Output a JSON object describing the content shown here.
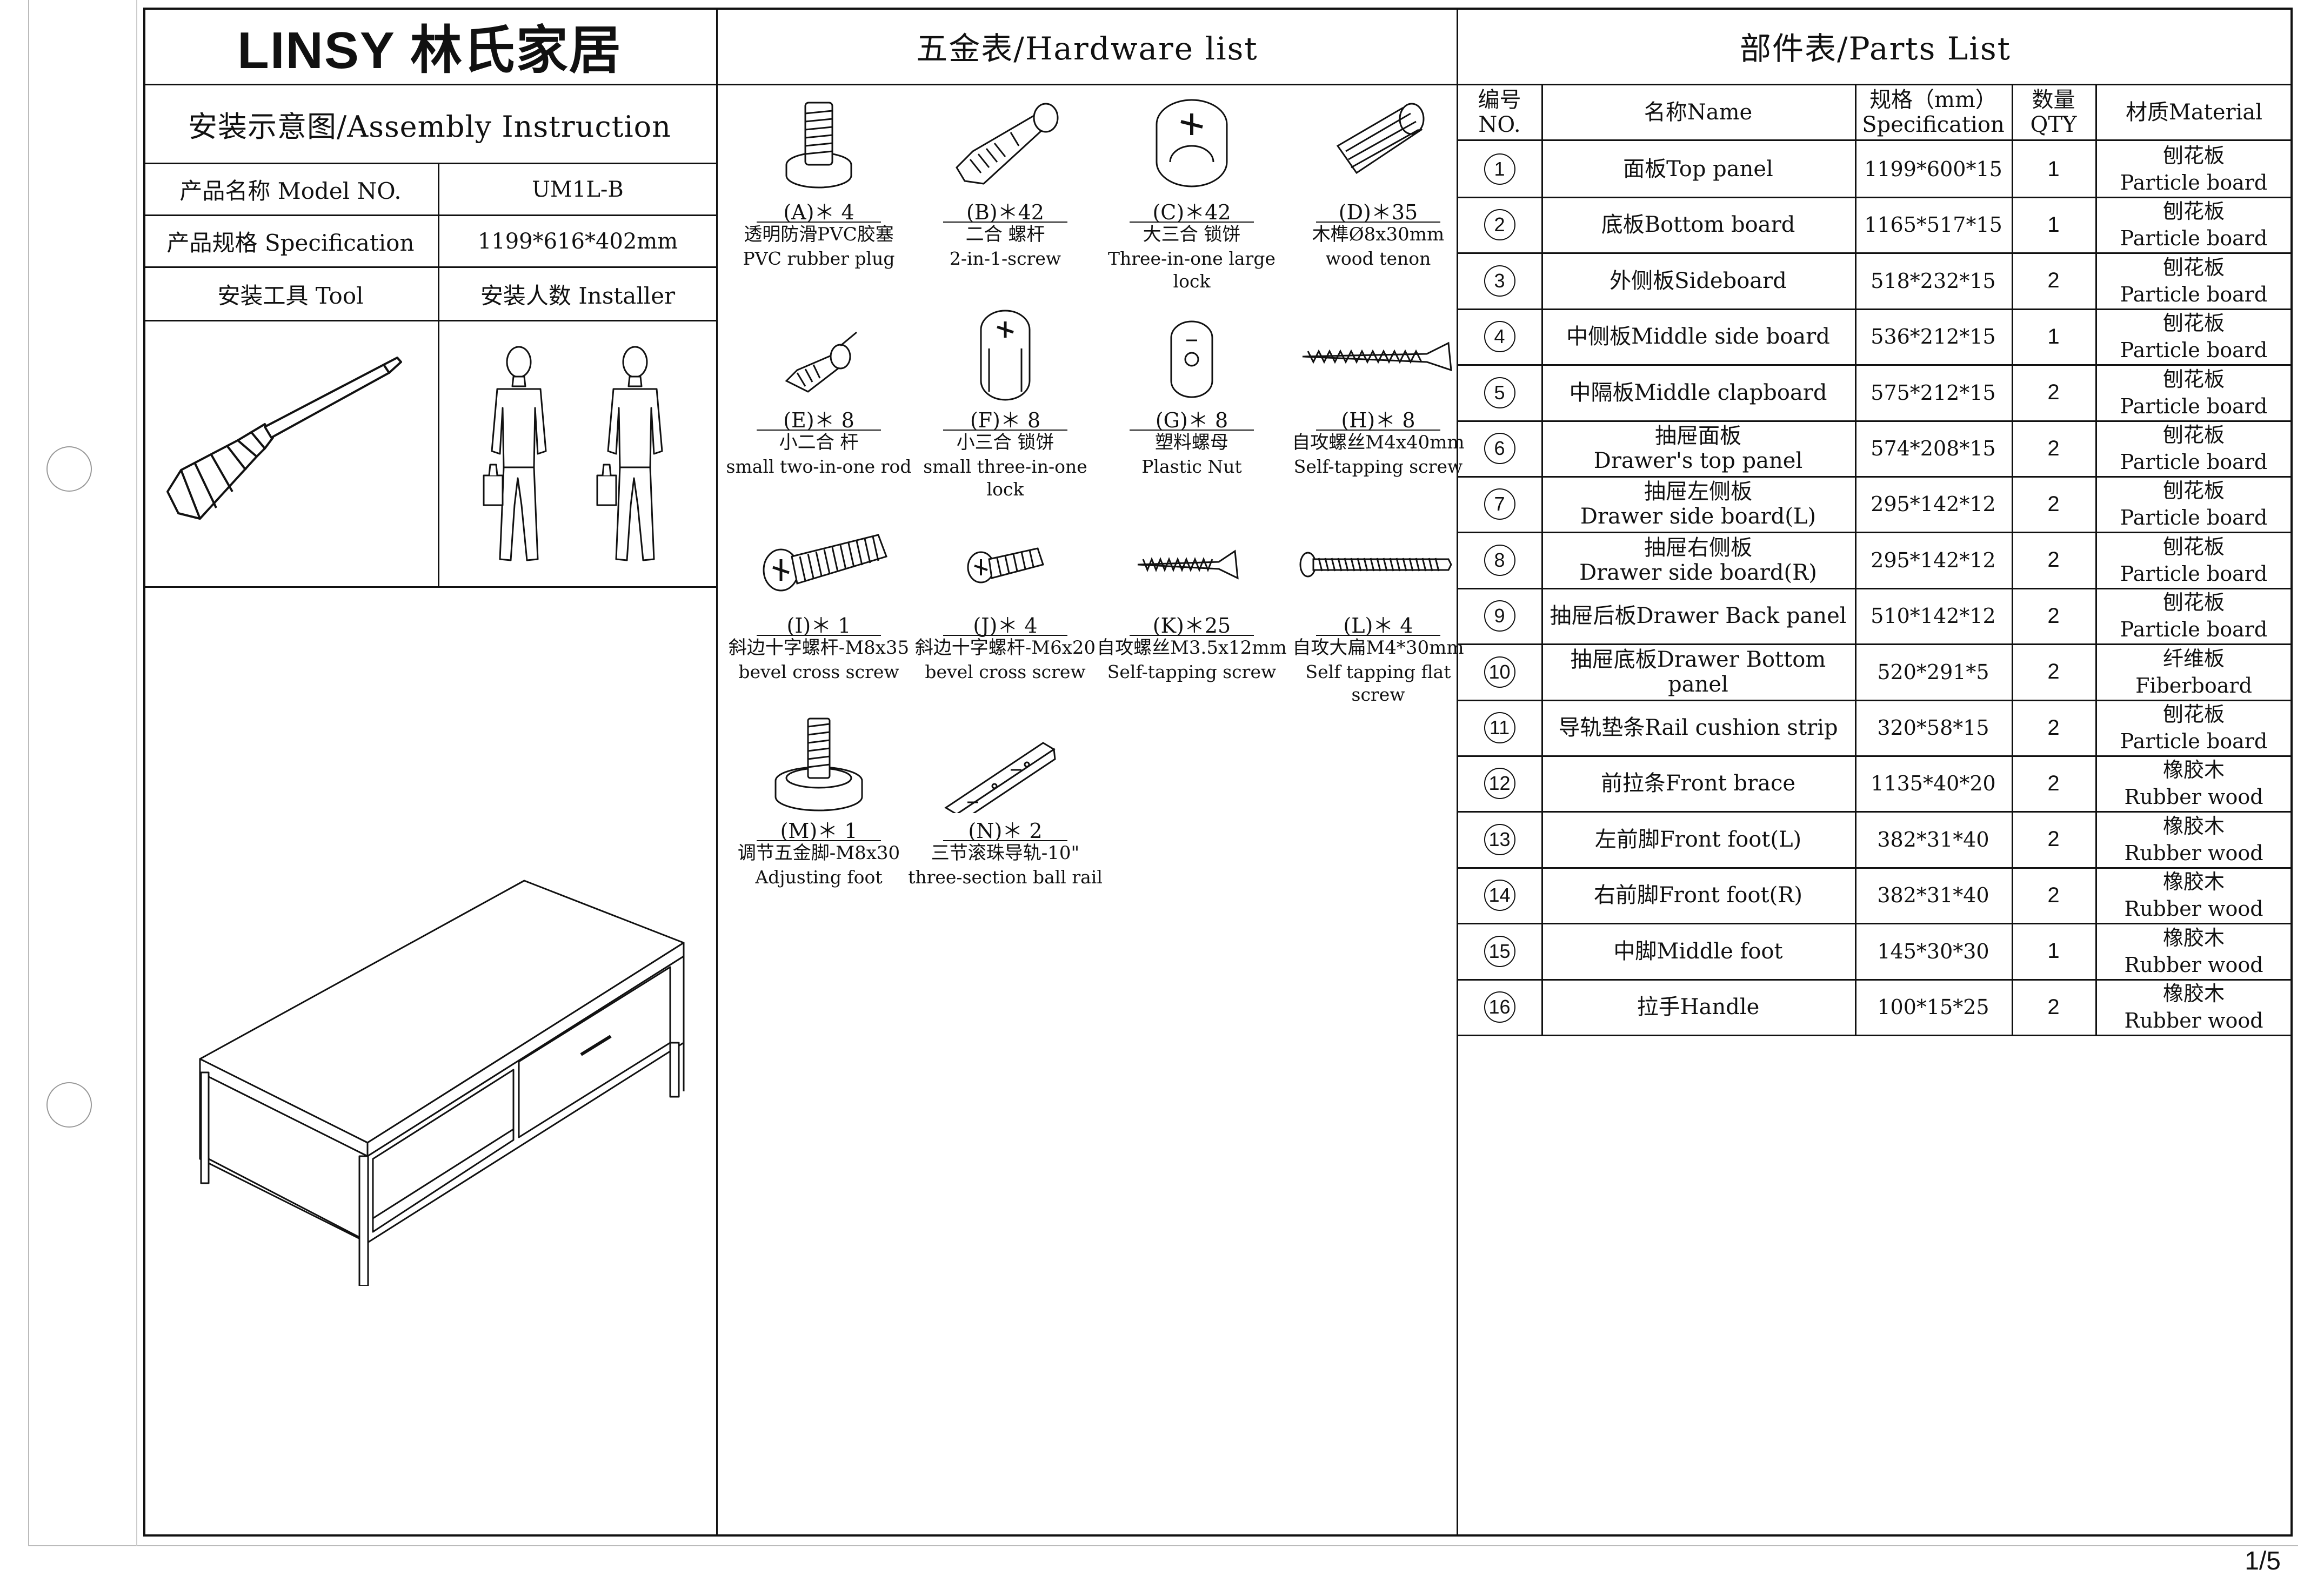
{
  "header": {
    "logo_text": "LINSY 林氏家居",
    "hardware_title": "五金表/Hardware list",
    "parts_title": "部件表/Parts List"
  },
  "assembly": {
    "title": "安装示意图/Assembly Instruction",
    "model_label": "产品名称 Model NO.",
    "model_value": "UM1L-B",
    "spec_label": "产品规格 Specification",
    "spec_value": "1199*616*402mm",
    "tool_label": "安装工具 Tool",
    "installer_label": "安装人数 Installer"
  },
  "hardware": [
    {
      "code": "(A)＊ 4",
      "cn": "透明防滑PVC胶塞",
      "en": "PVC rubber plug",
      "icon": "rubber-plug-icon"
    },
    {
      "code": "(B)＊42",
      "cn": "二合 螺杆",
      "en": "2-in-1-screw",
      "icon": "two-in-one-screw-icon"
    },
    {
      "code": "(C)＊42",
      "cn": "大三合 锁饼",
      "en": "Three-in-one large lock",
      "icon": "large-cam-lock-icon"
    },
    {
      "code": "(D)＊35",
      "cn": "木榫Ø8x30mm",
      "en": "wood tenon",
      "icon": "wood-dowel-icon"
    },
    {
      "code": "(E)＊ 8",
      "cn": "小二合 杆",
      "en": "small two-in-one rod",
      "icon": "small-rod-icon"
    },
    {
      "code": "(F)＊ 8",
      "cn": "小三合 锁饼",
      "en": "small three-in-one lock",
      "icon": "small-cam-lock-icon"
    },
    {
      "code": "(G)＊ 8",
      "cn": "塑料螺母",
      "en": "Plastic Nut",
      "icon": "plastic-nut-icon"
    },
    {
      "code": "(H)＊ 8",
      "cn": "自攻螺丝M4x40mm",
      "en": "Self-tapping screw",
      "icon": "long-screw-icon"
    },
    {
      "code": "(I)＊ 1",
      "cn": "斜边十字螺杆-M8x35",
      "en": "bevel cross screw",
      "icon": "bevel-screw-large-icon"
    },
    {
      "code": "(J)＊ 4",
      "cn": "斜边十字螺杆-M6x20",
      "en": "bevel cross screw",
      "icon": "bevel-screw-small-icon"
    },
    {
      "code": "(K)＊25",
      "cn": "自攻螺丝M3.5x12mm",
      "en": "Self-tapping screw",
      "icon": "short-screw-icon"
    },
    {
      "code": "(L)＊ 4",
      "cn": "自攻大扁M4*30mm",
      "en": "Self tapping flat screw",
      "icon": "flat-head-screw-icon"
    },
    {
      "code": "(M)＊ 1",
      "cn": "调节五金脚-M8x30",
      "en": "Adjusting foot",
      "icon": "adjusting-foot-icon"
    },
    {
      "code": "(N)＊ 2",
      "cn": "三节滚珠导轨-10\"",
      "en": "three-section ball rail",
      "icon": "ball-rail-icon"
    }
  ],
  "parts": {
    "headers": {
      "num": "编号NO.",
      "name": "名称Name",
      "spec_cn": "规格（mm）",
      "spec_en": "Specification",
      "qty": "数量QTY",
      "material": "材质Material"
    },
    "rows": [
      {
        "num": "1",
        "name": "面板Top panel",
        "spec": "1199*600*15",
        "qty": "1",
        "mat_cn": "刨花板",
        "mat_en": "Particle board"
      },
      {
        "num": "2",
        "name": "底板Bottom board",
        "spec": "1165*517*15",
        "qty": "1",
        "mat_cn": "刨花板",
        "mat_en": "Particle board"
      },
      {
        "num": "3",
        "name": "外侧板Sideboard",
        "spec": "518*232*15",
        "qty": "2",
        "mat_cn": "刨花板",
        "mat_en": "Particle board"
      },
      {
        "num": "4",
        "name": "中侧板Middle side board",
        "spec": "536*212*15",
        "qty": "1",
        "mat_cn": "刨花板",
        "mat_en": "Particle board"
      },
      {
        "num": "5",
        "name": "中隔板Middle clapboard",
        "spec": "575*212*15",
        "qty": "2",
        "mat_cn": "刨花板",
        "mat_en": "Particle board"
      },
      {
        "num": "6",
        "name": "抽屉面板\nDrawer's top panel",
        "spec": "574*208*15",
        "qty": "2",
        "mat_cn": "刨花板",
        "mat_en": "Particle board"
      },
      {
        "num": "7",
        "name": "抽屉左侧板\nDrawer side board(L)",
        "spec": "295*142*12",
        "qty": "2",
        "mat_cn": "刨花板",
        "mat_en": "Particle board"
      },
      {
        "num": "8",
        "name": "抽屉右侧板\nDrawer side board(R)",
        "spec": "295*142*12",
        "qty": "2",
        "mat_cn": "刨花板",
        "mat_en": "Particle board"
      },
      {
        "num": "9",
        "name": "抽屉后板Drawer Back panel",
        "spec": "510*142*12",
        "qty": "2",
        "mat_cn": "刨花板",
        "mat_en": "Particle board"
      },
      {
        "num": "10",
        "name": "抽屉底板Drawer Bottom panel",
        "spec": "520*291*5",
        "qty": "2",
        "mat_cn": "纤维板",
        "mat_en": "Fiberboard"
      },
      {
        "num": "11",
        "name": "导轨垫条Rail cushion strip",
        "spec": "320*58*15",
        "qty": "2",
        "mat_cn": "刨花板",
        "mat_en": "Particle board"
      },
      {
        "num": "12",
        "name": "前拉条Front brace",
        "spec": "1135*40*20",
        "qty": "2",
        "mat_cn": "橡胶木",
        "mat_en": "Rubber wood"
      },
      {
        "num": "13",
        "name": "左前脚Front foot(L)",
        "spec": "382*31*40",
        "qty": "2",
        "mat_cn": "橡胶木",
        "mat_en": "Rubber wood"
      },
      {
        "num": "14",
        "name": "右前脚Front foot(R)",
        "spec": "382*31*40",
        "qty": "2",
        "mat_cn": "橡胶木",
        "mat_en": "Rubber wood"
      },
      {
        "num": "15",
        "name": "中脚Middle foot",
        "spec": "145*30*30",
        "qty": "1",
        "mat_cn": "橡胶木",
        "mat_en": "Rubber wood"
      },
      {
        "num": "16",
        "name": "拉手Handle",
        "spec": "100*15*25",
        "qty": "2",
        "mat_cn": "橡胶木",
        "mat_en": "Rubber wood"
      }
    ]
  },
  "page_number": "1/5"
}
